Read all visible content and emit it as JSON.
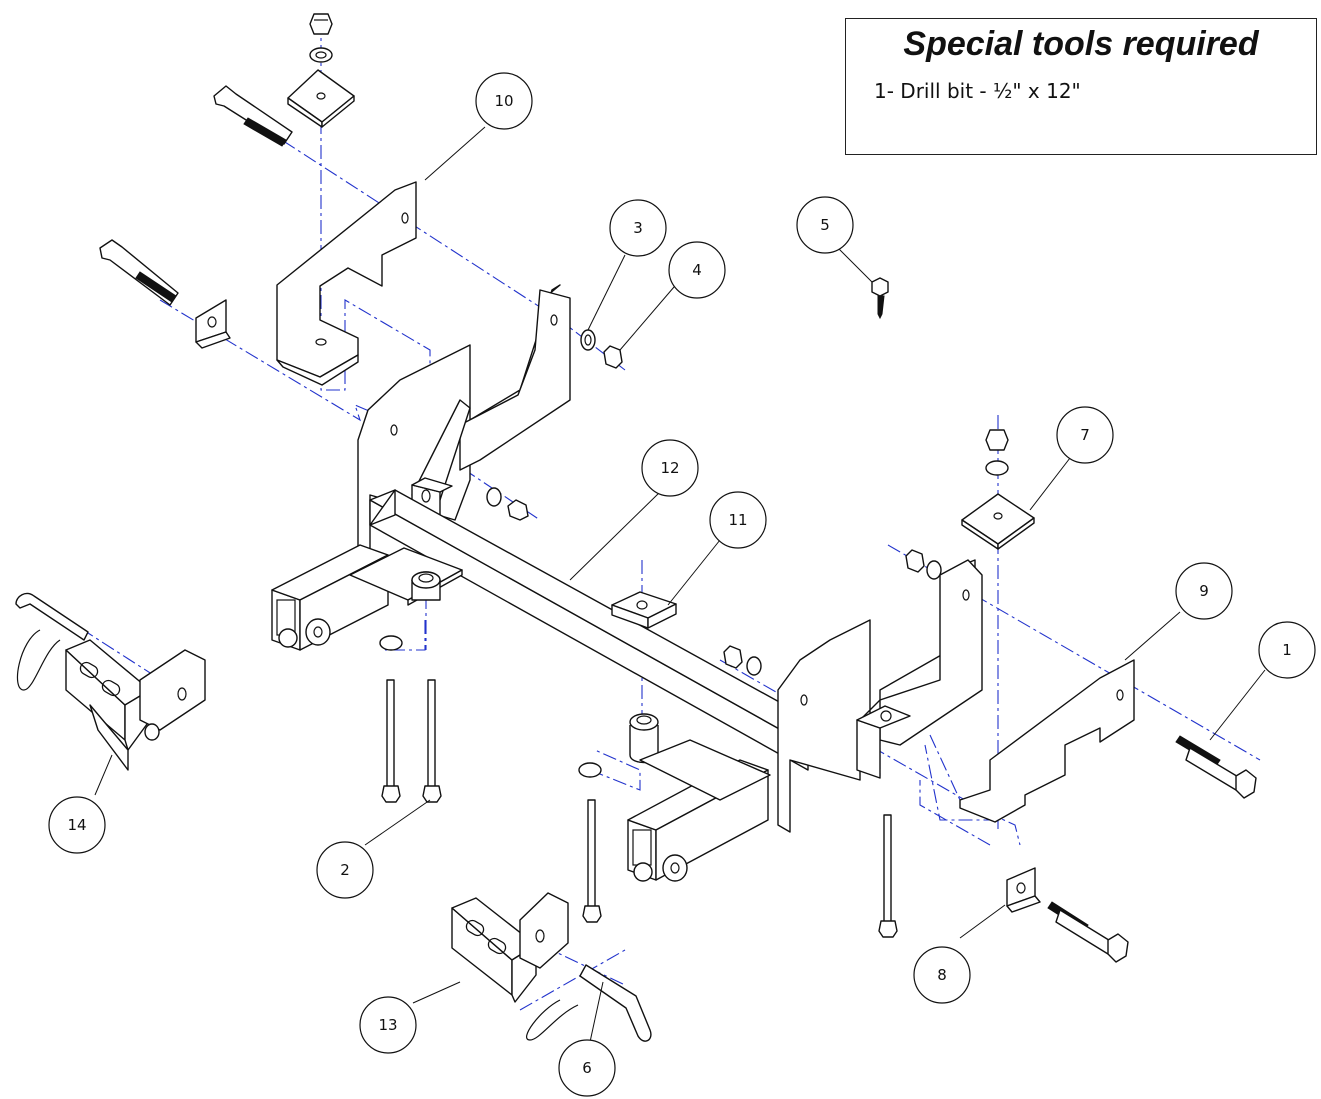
{
  "special_tools": {
    "title": "Special tools required",
    "items": [
      "1- Drill bit - ½\" x 12\""
    ]
  },
  "callouts": [
    "1",
    "2",
    "3",
    "4",
    "5",
    "6",
    "7",
    "8",
    "9",
    "10",
    "11",
    "12",
    "13",
    "14"
  ],
  "colors": {
    "centerline": "#2233cc",
    "line": "#111111",
    "background": "#ffffff"
  }
}
